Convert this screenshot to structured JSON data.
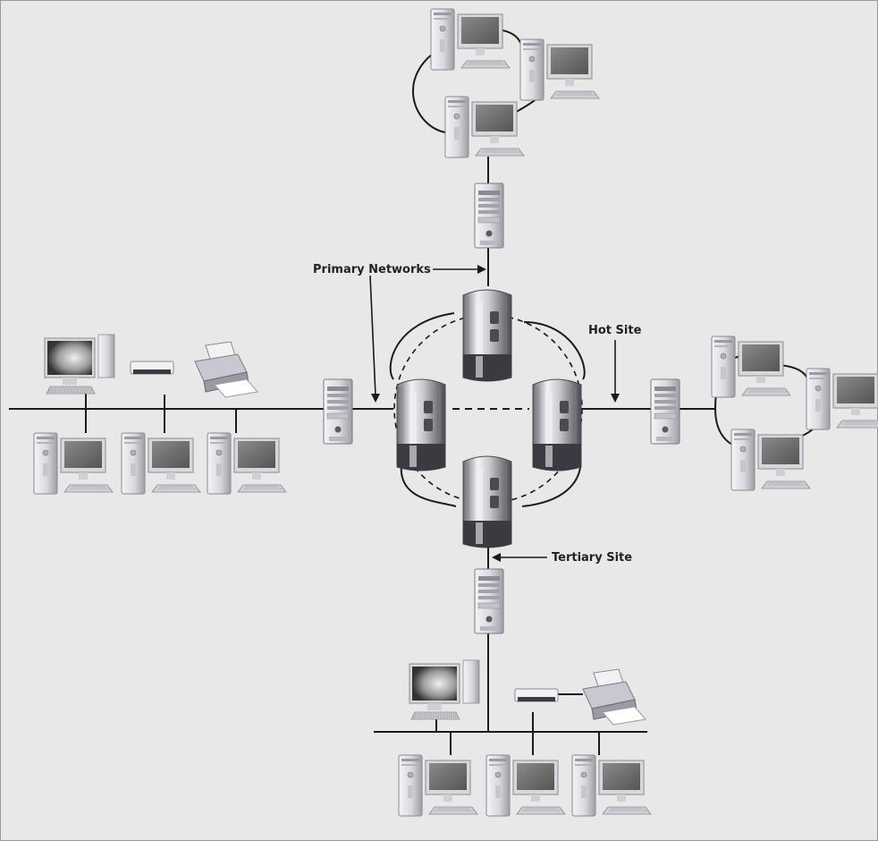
{
  "labels": {
    "primary_networks": "Primary Networks",
    "hot_site": "Hot Site",
    "tertiary_site": "Tertiary Site"
  },
  "colors": {
    "background": "#e8e8e8",
    "border": "#9a9a9a",
    "line": "#1a1a1a",
    "screen": "#777777",
    "tower_light": "#e6e6ec",
    "tower_dark": "#9a9aa2",
    "mainframe_dark": "#3a3a3a"
  },
  "icons": {
    "workstation": "desktop-computer-icon",
    "server": "server-tower-icon",
    "mainframe": "mainframe-icon",
    "switch": "network-switch-icon",
    "printer": "printer-icon",
    "imac": "all-in-one-computer-icon"
  }
}
